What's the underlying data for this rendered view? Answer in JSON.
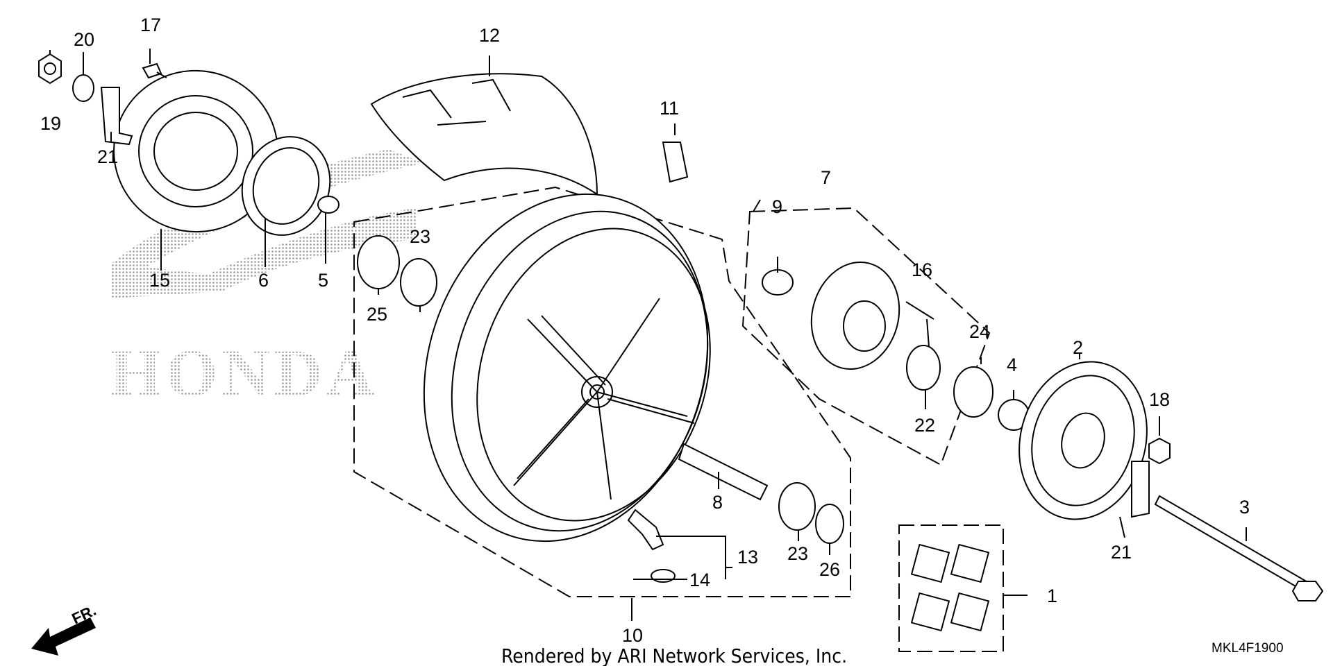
{
  "diagram": {
    "parts": [
      {
        "label": "1"
      },
      {
        "label": "2"
      },
      {
        "label": "3"
      },
      {
        "label": "4"
      },
      {
        "label": "5"
      },
      {
        "label": "6"
      },
      {
        "label": "7"
      },
      {
        "label": "8"
      },
      {
        "label": "9"
      },
      {
        "label": "10"
      },
      {
        "label": "11"
      },
      {
        "label": "12"
      },
      {
        "label": "13"
      },
      {
        "label": "14"
      },
      {
        "label": "15"
      },
      {
        "label": "16"
      },
      {
        "label": "17"
      },
      {
        "label": "18"
      },
      {
        "label": "19"
      },
      {
        "label": "20"
      },
      {
        "label": "21"
      },
      {
        "label": "21"
      },
      {
        "label": "22"
      },
      {
        "label": "23"
      },
      {
        "label": "23"
      },
      {
        "label": "24"
      },
      {
        "label": "25"
      },
      {
        "label": "26"
      }
    ],
    "watermark": "HONDA",
    "direction_marker": "FR.",
    "footer": "Rendered by ARI Network Services, Inc.",
    "diagram_code": "MKL4F1900"
  }
}
